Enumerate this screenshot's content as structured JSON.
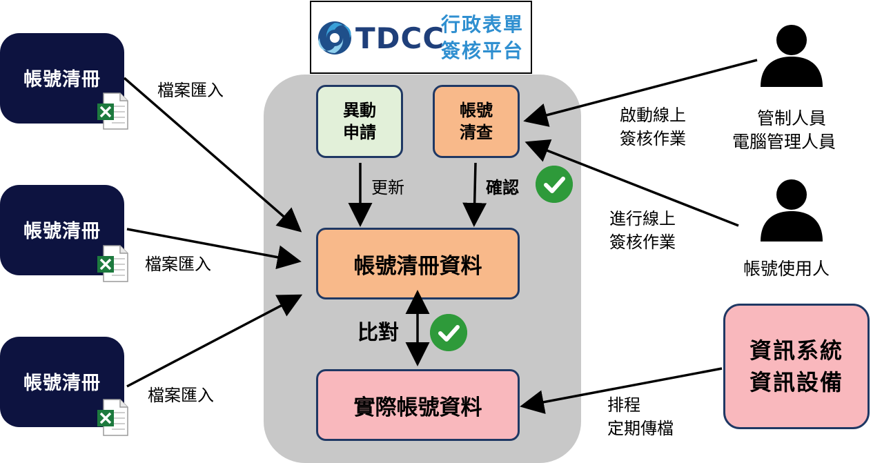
{
  "logo": {
    "brand": "TDCC",
    "subtitle_line1": "行政表單",
    "subtitle_line2": "簽核平台",
    "icon": "swirl-logo-icon",
    "colors": {
      "brand": "#1f3f7a",
      "accent": "#2f8fd0"
    }
  },
  "sources": [
    {
      "title": "帳號清冊",
      "arrow_label": "檔案匯入",
      "icon": "excel-file-icon"
    },
    {
      "title": "帳號清冊",
      "arrow_label": "檔案匯入",
      "icon": "excel-file-icon"
    },
    {
      "title": "帳號清冊",
      "arrow_label": "檔案匯入",
      "icon": "excel-file-icon"
    }
  ],
  "nodes": {
    "change_request": {
      "line1": "異動",
      "line2": "申請",
      "color": "#e2f0d9"
    },
    "account_review": {
      "line1": "帳號",
      "line2": "清查",
      "color": "#f8b98a"
    },
    "account_list_data": {
      "label": "帳號清冊資料",
      "color": "#f8b98a"
    },
    "actual_account_data": {
      "label": "實際帳號資料",
      "color": "#f9b8bd"
    }
  },
  "flow_labels": {
    "update": "更新",
    "confirm": "確認",
    "compare": "比對"
  },
  "actors": {
    "controller": {
      "line1": "管制人員",
      "line2": "電腦管理人員",
      "action_line1": "啟動線上",
      "action_line2": "簽核作業"
    },
    "user": {
      "line1": "帳號使用人",
      "action_line1": "進行線上",
      "action_line2": "簽核作業"
    }
  },
  "system": {
    "line1": "資訊系統",
    "line2": "資訊設備",
    "action_line1": "排程",
    "action_line2": "定期傳檔",
    "color": "#f9b8bd"
  },
  "colors": {
    "navy": "#0d1340",
    "panel": "#c8c8c8",
    "border": "#1f3864",
    "check": "#2e9a3a"
  }
}
